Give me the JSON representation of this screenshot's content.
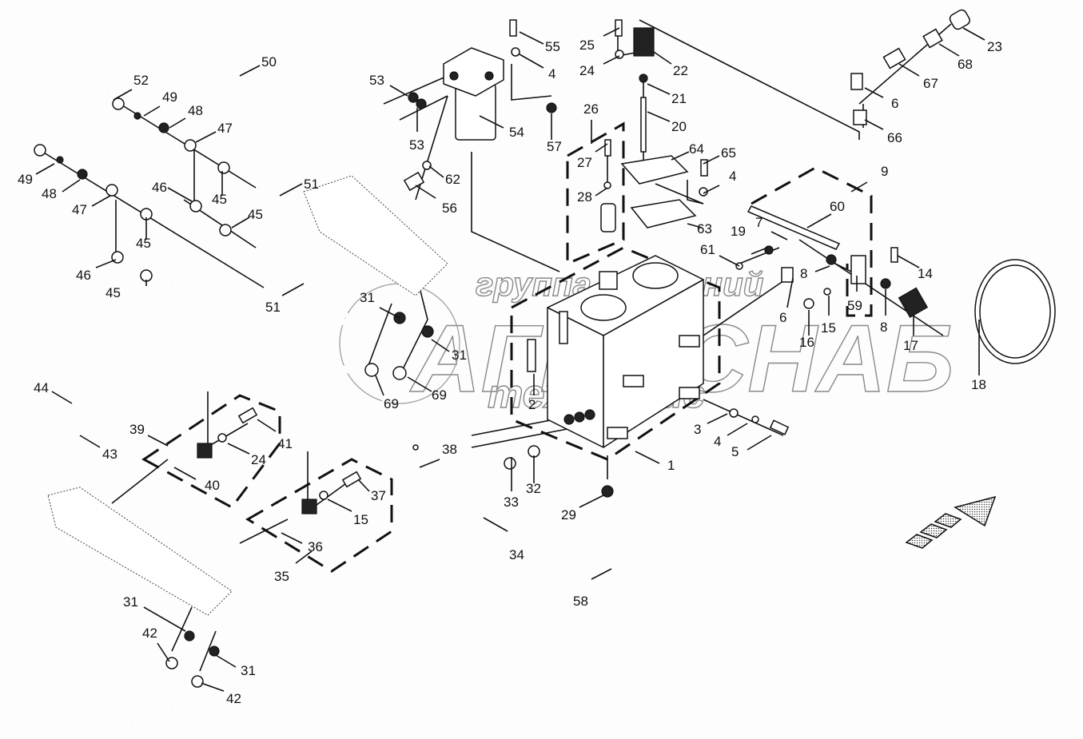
{
  "diagram": {
    "type": "exploded-parts-view",
    "subject": "hydraulic tank and hose assembly",
    "watermark": {
      "line1": "группа компаний",
      "line2": "АГРОСНАБ",
      "line3": "техсервис"
    },
    "callouts": [
      {
        "id": "c55",
        "text": "55"
      },
      {
        "id": "c4a",
        "text": "4"
      },
      {
        "id": "c25",
        "text": "25"
      },
      {
        "id": "c24a",
        "text": "24"
      },
      {
        "id": "c22",
        "text": "22"
      },
      {
        "id": "c21",
        "text": "21"
      },
      {
        "id": "c20",
        "text": "20"
      },
      {
        "id": "c23",
        "text": "23"
      },
      {
        "id": "c68",
        "text": "68"
      },
      {
        "id": "c67",
        "text": "67"
      },
      {
        "id": "c6a",
        "text": "6"
      },
      {
        "id": "c66",
        "text": "66"
      },
      {
        "id": "c50",
        "text": "50"
      },
      {
        "id": "c52",
        "text": "52"
      },
      {
        "id": "c49a",
        "text": "49"
      },
      {
        "id": "c48a",
        "text": "48"
      },
      {
        "id": "c47a",
        "text": "47"
      },
      {
        "id": "c49b",
        "text": "49"
      },
      {
        "id": "c48b",
        "text": "48"
      },
      {
        "id": "c47b",
        "text": "47"
      },
      {
        "id": "c46a",
        "text": "46"
      },
      {
        "id": "c45a",
        "text": "45"
      },
      {
        "id": "c45b",
        "text": "45"
      },
      {
        "id": "c45c",
        "text": "45"
      },
      {
        "id": "c46b",
        "text": "46"
      },
      {
        "id": "c45d",
        "text": "45"
      },
      {
        "id": "c51a",
        "text": "51"
      },
      {
        "id": "c51b",
        "text": "51"
      },
      {
        "id": "c53a",
        "text": "53"
      },
      {
        "id": "c53b",
        "text": "53"
      },
      {
        "id": "c54",
        "text": "54"
      },
      {
        "id": "c57",
        "text": "57"
      },
      {
        "id": "c62",
        "text": "62"
      },
      {
        "id": "c56",
        "text": "56"
      },
      {
        "id": "c26",
        "text": "26"
      },
      {
        "id": "c27",
        "text": "27"
      },
      {
        "id": "c28",
        "text": "28"
      },
      {
        "id": "c64",
        "text": "64"
      },
      {
        "id": "c65",
        "text": "65"
      },
      {
        "id": "c4b",
        "text": "4"
      },
      {
        "id": "c63",
        "text": "63"
      },
      {
        "id": "c9",
        "text": "9"
      },
      {
        "id": "c60",
        "text": "60"
      },
      {
        "id": "c7",
        "text": "7"
      },
      {
        "id": "c19",
        "text": "19"
      },
      {
        "id": "c61",
        "text": "61"
      },
      {
        "id": "c8a",
        "text": "8"
      },
      {
        "id": "c14",
        "text": "14"
      },
      {
        "id": "c59",
        "text": "59"
      },
      {
        "id": "c6b",
        "text": "6"
      },
      {
        "id": "c16",
        "text": "16"
      },
      {
        "id": "c15a",
        "text": "15"
      },
      {
        "id": "c8b",
        "text": "8"
      },
      {
        "id": "c17",
        "text": "17"
      },
      {
        "id": "c18",
        "text": "18"
      },
      {
        "id": "c31a",
        "text": "31"
      },
      {
        "id": "c31b",
        "text": "31"
      },
      {
        "id": "c69a",
        "text": "69"
      },
      {
        "id": "c69b",
        "text": "69"
      },
      {
        "id": "c2",
        "text": "2"
      },
      {
        "id": "c3",
        "text": "3"
      },
      {
        "id": "c4c",
        "text": "4"
      },
      {
        "id": "c5",
        "text": "5"
      },
      {
        "id": "c1",
        "text": "1"
      },
      {
        "id": "c44",
        "text": "44"
      },
      {
        "id": "c43",
        "text": "43"
      },
      {
        "id": "c39",
        "text": "39"
      },
      {
        "id": "c41",
        "text": "41"
      },
      {
        "id": "c24b",
        "text": "24"
      },
      {
        "id": "c40",
        "text": "40"
      },
      {
        "id": "c38",
        "text": "38"
      },
      {
        "id": "c37",
        "text": "37"
      },
      {
        "id": "c15b",
        "text": "15"
      },
      {
        "id": "c36",
        "text": "36"
      },
      {
        "id": "c35",
        "text": "35"
      },
      {
        "id": "c33",
        "text": "33"
      },
      {
        "id": "c32",
        "text": "32"
      },
      {
        "id": "c29",
        "text": "29"
      },
      {
        "id": "c34",
        "text": "34"
      },
      {
        "id": "c58",
        "text": "58"
      },
      {
        "id": "c31c",
        "text": "31"
      },
      {
        "id": "c42a",
        "text": "42"
      },
      {
        "id": "c31d",
        "text": "31"
      },
      {
        "id": "c42b",
        "text": "42"
      }
    ],
    "direction_arrow": "forward-direction-icon"
  }
}
